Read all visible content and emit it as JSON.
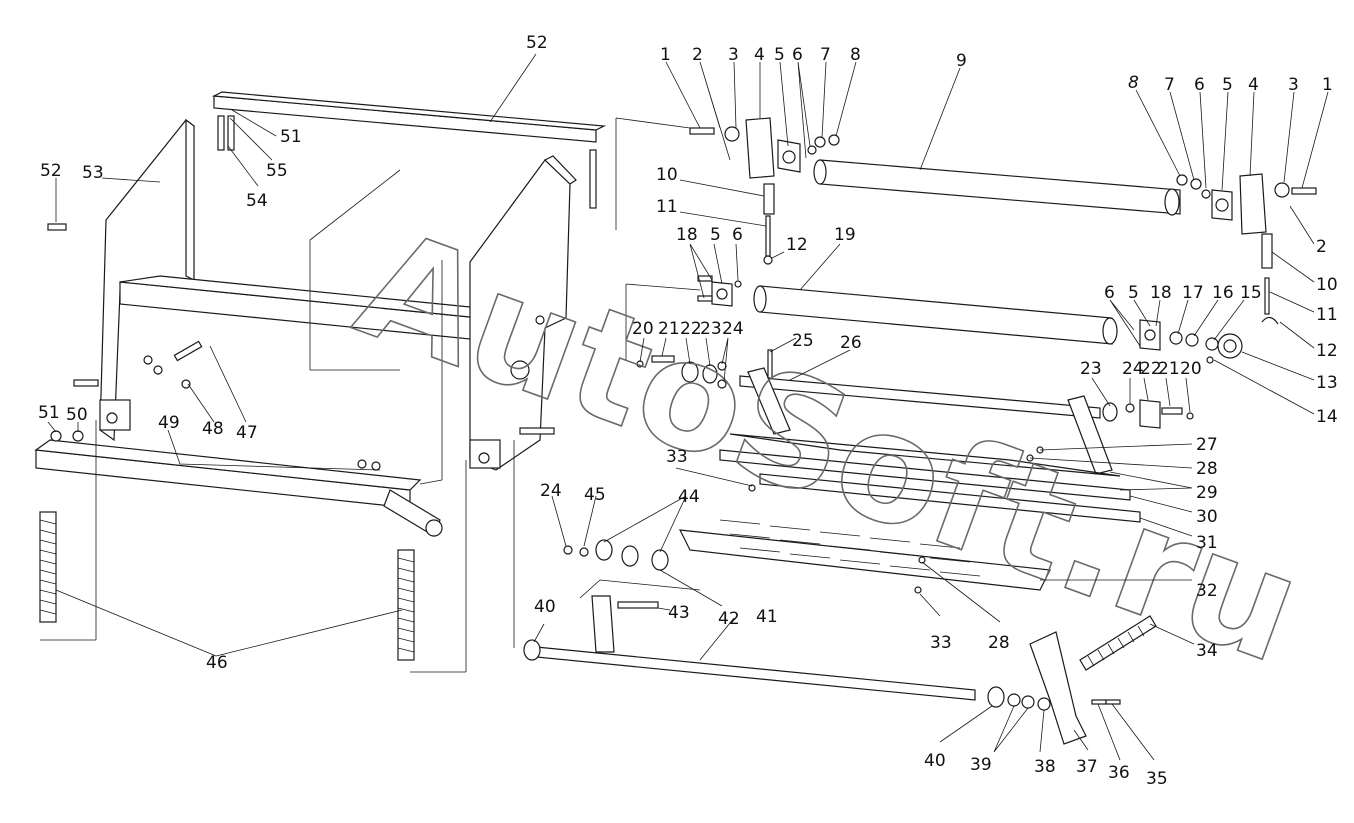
{
  "watermark": {
    "text": "AutoSoft.ru"
  },
  "labels": {
    "l1a": "1",
    "l2a": "2",
    "l3a": "3",
    "l4a": "4",
    "l5a": "5",
    "l6a": "6",
    "l7a": "7",
    "l8a": "8",
    "l9": "9",
    "l8b": "8",
    "l7b": "7",
    "l6b": "6",
    "l5b": "5",
    "l4b": "4",
    "l3b": "3",
    "l1b": "1",
    "l10a": "10",
    "l11a": "11",
    "l12a": "12",
    "l2b": "2",
    "l10b": "10",
    "l11b": "11",
    "l12b": "12",
    "l13": "13",
    "l14": "14",
    "l15": "15",
    "l16": "16",
    "l17": "17",
    "l18b": "18",
    "l5c": "5",
    "l6c": "6",
    "l18a": "18",
    "l5d": "5",
    "l6d": "6",
    "l19": "19",
    "l20a": "20",
    "l21a": "21",
    "l22a": "22",
    "l23a": "23",
    "l24a": "24",
    "l25": "25",
    "l26": "26",
    "l23b": "23",
    "l24b": "24",
    "l22b": "22",
    "l21b": "21",
    "l20b": "20",
    "l27": "27",
    "l28a": "28",
    "l29": "29",
    "l30": "30",
    "l31": "31",
    "l32": "32",
    "l33a": "33",
    "l33b": "33",
    "l28b": "28",
    "l34": "34",
    "l35": "35",
    "l36": "36",
    "l37": "37",
    "l38": "38",
    "l39": "39",
    "l40a": "40",
    "l40b": "40",
    "l41": "41",
    "l42": "42",
    "l43": "43",
    "l44": "44",
    "l45": "45",
    "l24c": "24",
    "l46": "46",
    "l47": "47",
    "l48": "48",
    "l49": "49",
    "l50": "50",
    "l51a": "51",
    "l51b": "51",
    "l52a": "52",
    "l52b": "52",
    "l53": "53",
    "l54": "54",
    "l55": "55"
  }
}
